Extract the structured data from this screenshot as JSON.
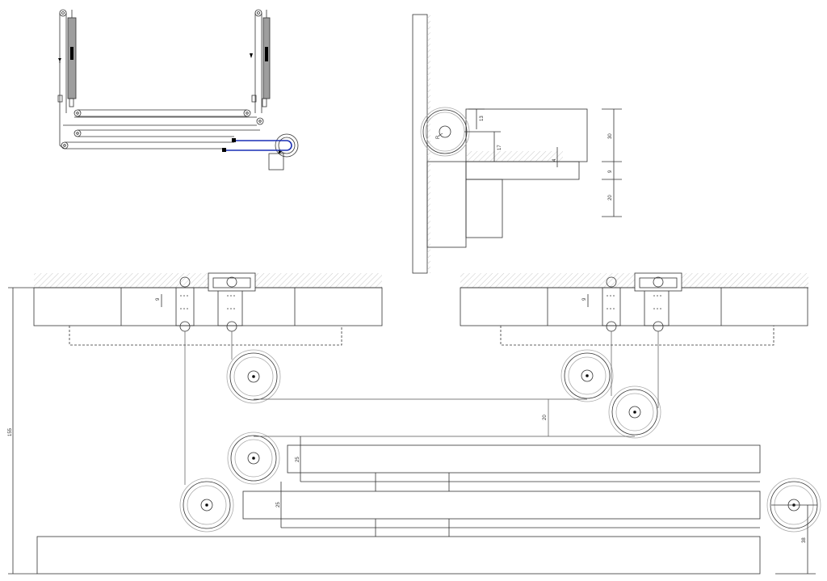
{
  "drawing": {
    "dimensions": {
      "side_view_13": "13",
      "side_view_17": "17",
      "side_view_4": "4",
      "side_view_30": "30",
      "side_view_9": "9",
      "side_view_20": "20",
      "side_view_radius": "R",
      "left_section_9": "9",
      "right_section_9": "9",
      "belt_gap_20": "20",
      "panel_gap_25_top": "25",
      "panel_gap_25_bottom": "25",
      "overall_155": "155",
      "bottom_38": "38"
    },
    "colors": {
      "line": "#333333",
      "hatch": "#bdbdbd",
      "cable": "#1a2fb5",
      "cylinder": "#9e9e9e",
      "thin": "#777777"
    }
  }
}
